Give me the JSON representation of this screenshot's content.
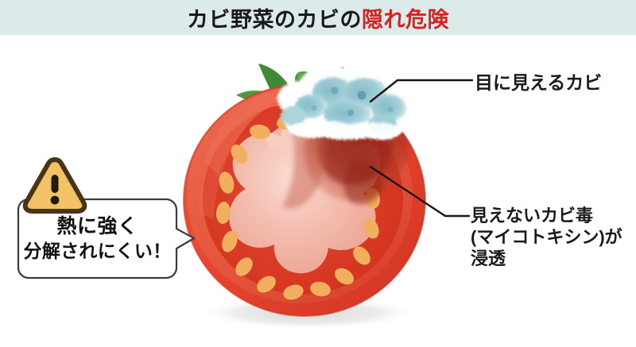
{
  "header": {
    "title_black": "カビ野菜のカビの",
    "title_red": "隠れ危険",
    "band_color": "#dcebe9",
    "title_black_color": "#1a1a1a",
    "title_red_color": "#d62222"
  },
  "callouts": {
    "visible_mold": {
      "label": "目に見えるカビ",
      "icon": "leader-line-icon"
    },
    "invisible_toxin": {
      "line1": "見えないカビ毒",
      "line2": "(マイコトキシン)が",
      "line3": "浸透",
      "icon": "leader-line-icon"
    }
  },
  "speech_bubble": {
    "line1": "熱に強く",
    "line2": "分解されにくい！",
    "border_color": "#3c3c3c",
    "fill_color": "#ffffff"
  },
  "warning_icon": {
    "name": "warning-triangle-icon",
    "glyph": "!",
    "fill_color": "#f2c濃",
    "fill": "#f3c266",
    "stroke": "#4a3418"
  },
  "illustration": {
    "name": "moldy-tomato-cross-section",
    "mold_color": "#9ccdd6",
    "mold_highlight": "#ffffff",
    "tomato_skin": "#e8452f",
    "tomato_flesh": "#e35a42",
    "tomato_inner": "#d93c28",
    "tomato_core": "#f2b9ab",
    "seed_color": "#f0b060",
    "calyx_color": "#3d8c3a",
    "rot_color": "#a8301f",
    "shadow_color": "#dedede"
  }
}
